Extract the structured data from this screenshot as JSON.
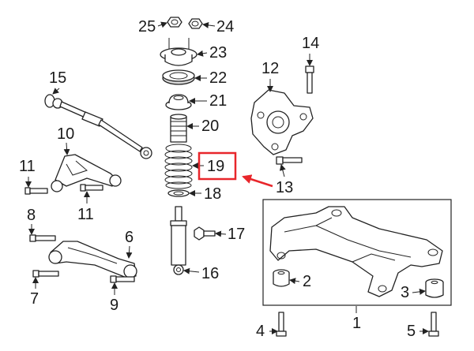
{
  "callouts": {
    "c1": "1",
    "c2": "2",
    "c3": "3",
    "c4": "4",
    "c5": "5",
    "c6": "6",
    "c7": "7",
    "c8": "8",
    "c9": "9",
    "c10": "10",
    "c11a": "11",
    "c11b": "11",
    "c12": "12",
    "c13": "13",
    "c14": "14",
    "c15": "15",
    "c16": "16",
    "c17": "17",
    "c18": "18",
    "c19": "19",
    "c21": "21",
    "c22": "22",
    "c23": "23",
    "c24": "24",
    "c25": "25"
  },
  "highlight": {
    "part": "19",
    "color": "#e8262b"
  },
  "line_color": "#222222"
}
